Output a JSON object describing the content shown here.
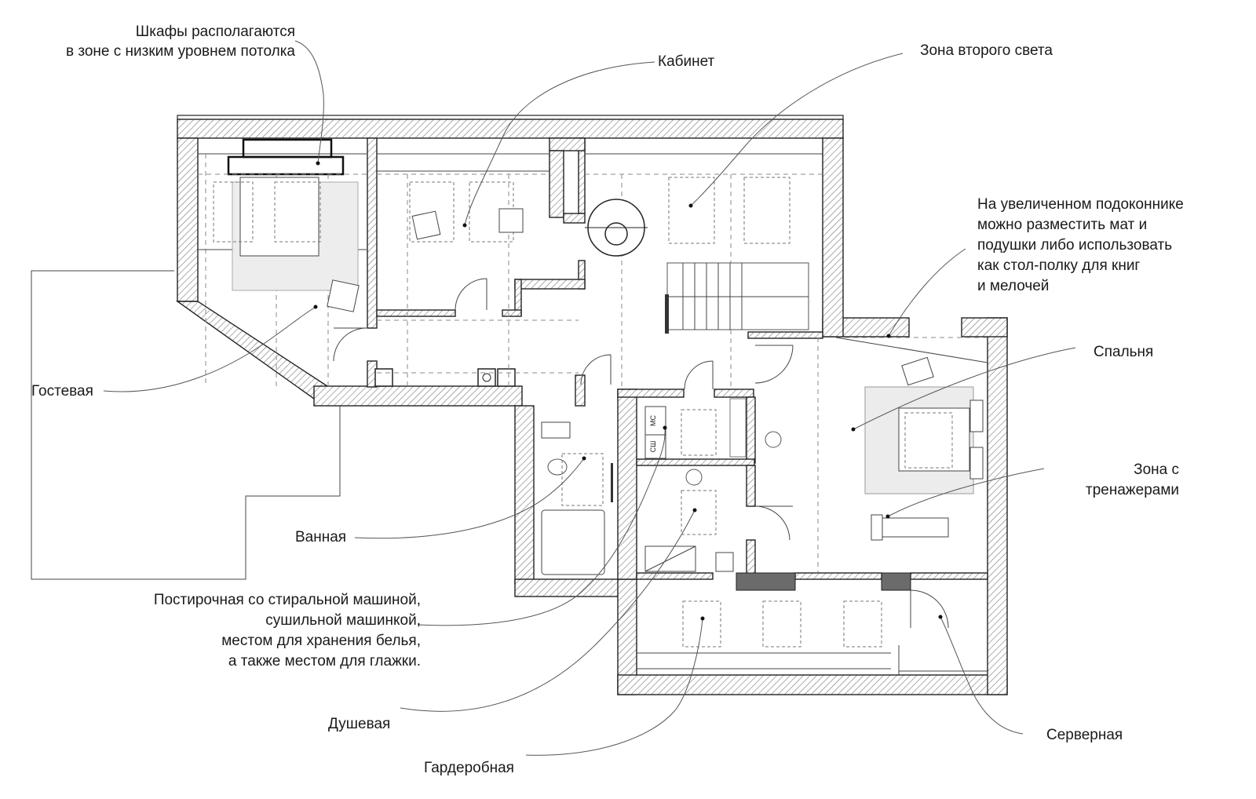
{
  "annotations": {
    "wardrobes": [
      "Шкафы располагаются",
      "в зоне с низким уровнем потолка"
    ],
    "office": "Кабинет",
    "second_light": "Зона второго света",
    "windowsill": [
      "На увеличенном подоконнике",
      "можно разместить мат и",
      "подушки либо использовать",
      "как стол-полку для книг",
      "и мелочей"
    ],
    "guest": "Гостевая",
    "bedroom": "Спальня",
    "gym": [
      "Зона с",
      "тренажерами"
    ],
    "bathroom": "Ванная",
    "laundry": [
      "Постирочная со стиральной машиной,",
      "сушильной машинкой,",
      "местом для хранения белья,",
      "а также местом для глажки."
    ],
    "shower": "Душевая",
    "server": "Серверная",
    "dressing": "Гардеробная"
  },
  "cells": {
    "washer": "МС",
    "dryer": "СШ"
  }
}
